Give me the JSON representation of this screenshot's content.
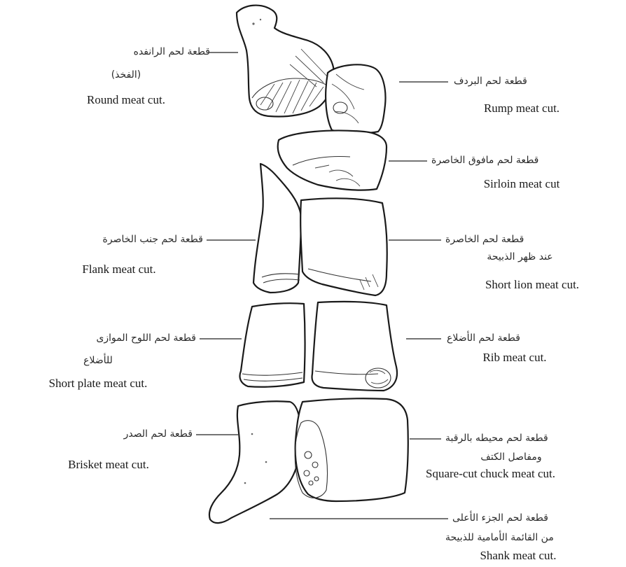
{
  "labels": {
    "round": {
      "arabic_1": "قطعة لحم الرانفده",
      "arabic_2": "(الفخذ)",
      "english": "Round meat cut."
    },
    "rump": {
      "arabic": "قطعة لحم البردف",
      "english": "Rump meat cut."
    },
    "sirloin": {
      "arabic": "قطعة لحم مافوق الخاصرة",
      "english": "Sirloin meat cut"
    },
    "flank": {
      "arabic": "قطعة لحم جنب الخاصرة",
      "english": "Flank meat cut."
    },
    "short_loin": {
      "arabic_1": "قطعة لحم الخاصرة",
      "arabic_2": "عند ظهر الذبيحة",
      "english": "Short lion meat cut."
    },
    "short_plate": {
      "arabic_1": "قطعة لحم اللوح الموازى",
      "arabic_2": "للأضلاع",
      "english": "Short plate meat cut."
    },
    "rib": {
      "arabic": "قطعة لحم الأضلاع",
      "english": "Rib meat cut."
    },
    "brisket": {
      "arabic": "قطعة لحم الصدر",
      "english": "Brisket meat cut."
    },
    "chuck": {
      "arabic_1": "قطعة لحم محيطه بالرقبة",
      "arabic_2": "ومفاصل الكتف",
      "english": "Square-cut chuck meat cut."
    },
    "shank": {
      "arabic_1": "قطعة لحم الجزء الأعلى",
      "arabic_2": "من القائمة الأمامية للذبيحة",
      "english": "Shank meat cut."
    }
  }
}
